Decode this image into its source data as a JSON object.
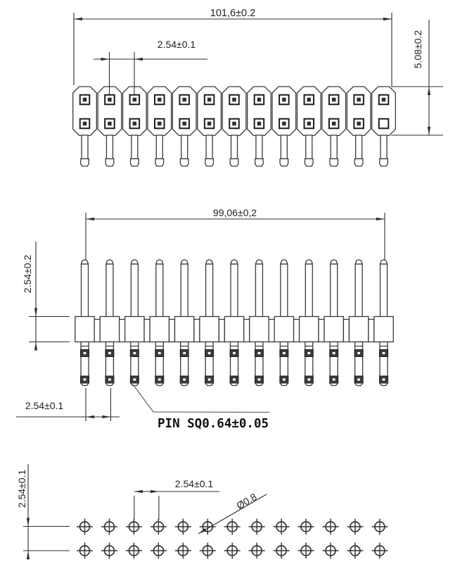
{
  "top_view": {
    "overall_width": "101,6±0.2",
    "pitch": "2.54±0.1",
    "body_height": "5.08±0.2",
    "columns_shown": 13,
    "pad_rows": 2
  },
  "side_view": {
    "span": "99,06±0,2",
    "body_thickness": "2.54±0.2",
    "pitch": "2.54±0.1",
    "pin_label": "PIN SQ0.64±0.05",
    "pins_shown": 13
  },
  "footprint_view": {
    "row_pitch": "2.54±0.1",
    "hole_pitch": "2.54±0.1",
    "hole_diameter": "Ø0.8",
    "holes_per_row": 13,
    "rows": 2
  },
  "colors": {
    "line": "#2e2e2e",
    "background": "#ffffff"
  }
}
